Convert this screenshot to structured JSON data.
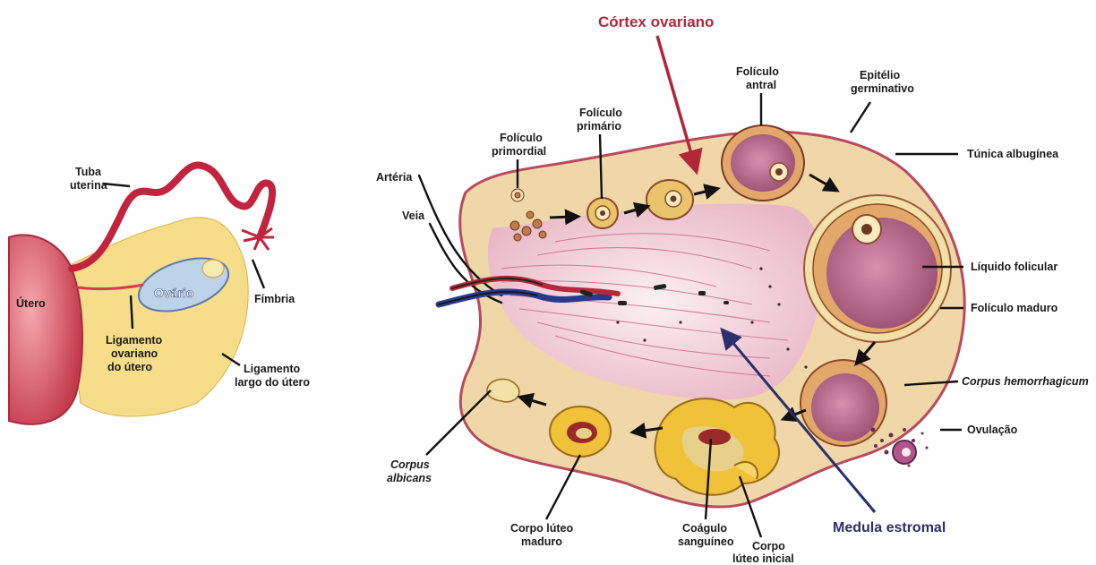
{
  "labels": {
    "tuba_uterina": [
      "Tuba",
      "uterina"
    ],
    "utero": "Útero",
    "ovario": "Ovário",
    "fimbria": "Fímbria",
    "ligamento_ovariano": [
      "Ligamento",
      "ovariano",
      "do útero"
    ],
    "ligamento_largo": [
      "Ligamento",
      "largo do útero"
    ],
    "cortex_ovariano": "Córtex ovariano",
    "foliculo_primordial": [
      "Folículo",
      "primordial"
    ],
    "foliculo_primario": [
      "Folículo",
      "primário"
    ],
    "foliculo_antral": [
      "Folículo",
      "antral"
    ],
    "epitelio_germinativo": [
      "Epitélio",
      "germinativo"
    ],
    "tunica_albuginea": "Túnica albugínea",
    "arteria": "Artéria",
    "veia": "Veia",
    "liquido_folicular": "Líquido folicular",
    "foliculo_maduro": "Folículo maduro",
    "corpus_hemorrhagicum": "Corpus hemorrhagicum",
    "ovulacao": "Ovulação",
    "corpus_albicans": [
      "Corpus",
      "albicans"
    ],
    "corpo_luteo_maduro": [
      "Corpo lúteo",
      "maduro"
    ],
    "coagulo_sanguineo": [
      "Coágulo",
      "sanguíneo"
    ],
    "corpo_luteo_inicial": [
      "Corpo",
      "lúteo inicial"
    ],
    "medula_estromal": "Medula estromal"
  },
  "colors": {
    "cortex_arrow": "#b3263a",
    "medulla_arrow": "#2b2f6b",
    "tube": "#c2233f",
    "cortex_fill": "#f0d7a8",
    "medulla_fill": "#f3dde4",
    "follicle": "#b86a8a"
  }
}
